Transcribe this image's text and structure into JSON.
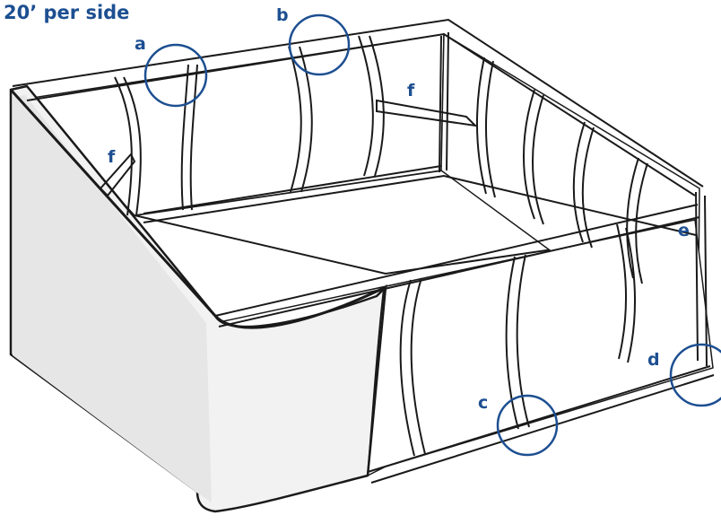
{
  "title": "20’ per side",
  "callouts": {
    "a": "a",
    "b": "b",
    "c": "c",
    "d": "d",
    "e": "e",
    "f_left": "f",
    "f_back": "f"
  },
  "colors": {
    "accent": "#1d4f91",
    "outline": "#1a1a1a",
    "liner": "#f2f2f2"
  }
}
